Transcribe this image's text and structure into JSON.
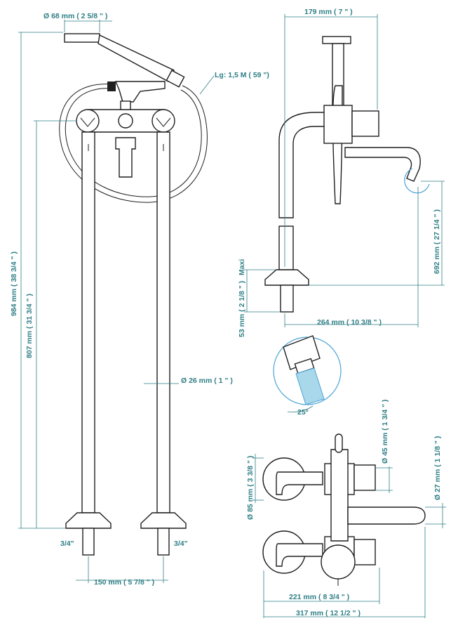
{
  "labels": {
    "shower_diameter": "Ø 68 mm ( 2 5/8 \" )",
    "hose_length": "Lg: 1,5 M ( 59 \")",
    "total_height": "984 mm ( 38 3/4 \" )",
    "riser_height": "807 mm ( 31 3/4 \" )",
    "tube_diameter": "Ø 26 mm ( 1 \" )",
    "thread_left": "3/4\"",
    "thread_right": "3/4\"",
    "centers": "150 mm ( 5 7/8 \" )",
    "side_width": "179 mm ( 7 \" )",
    "spout_height": "692 mm ( 27 1/4 \" )",
    "maxi": "Maxi",
    "base_height": "53 mm ( 2 1/8 \" )",
    "spout_reach": "264 mm ( 10 3/8 \" )",
    "angle": "25°",
    "handle_diameter": "Ø 85 mm ( 3 3/8 \" )",
    "spout_offset": "Ø 45 mm ( 1 3/4 \" )",
    "spout_pipe": "Ø 27 mm ( 1 1/8 \" )",
    "top_width": "221 mm ( 8 3/4 \" )",
    "overall_width": "317 mm ( 12 1/2 \" )"
  }
}
